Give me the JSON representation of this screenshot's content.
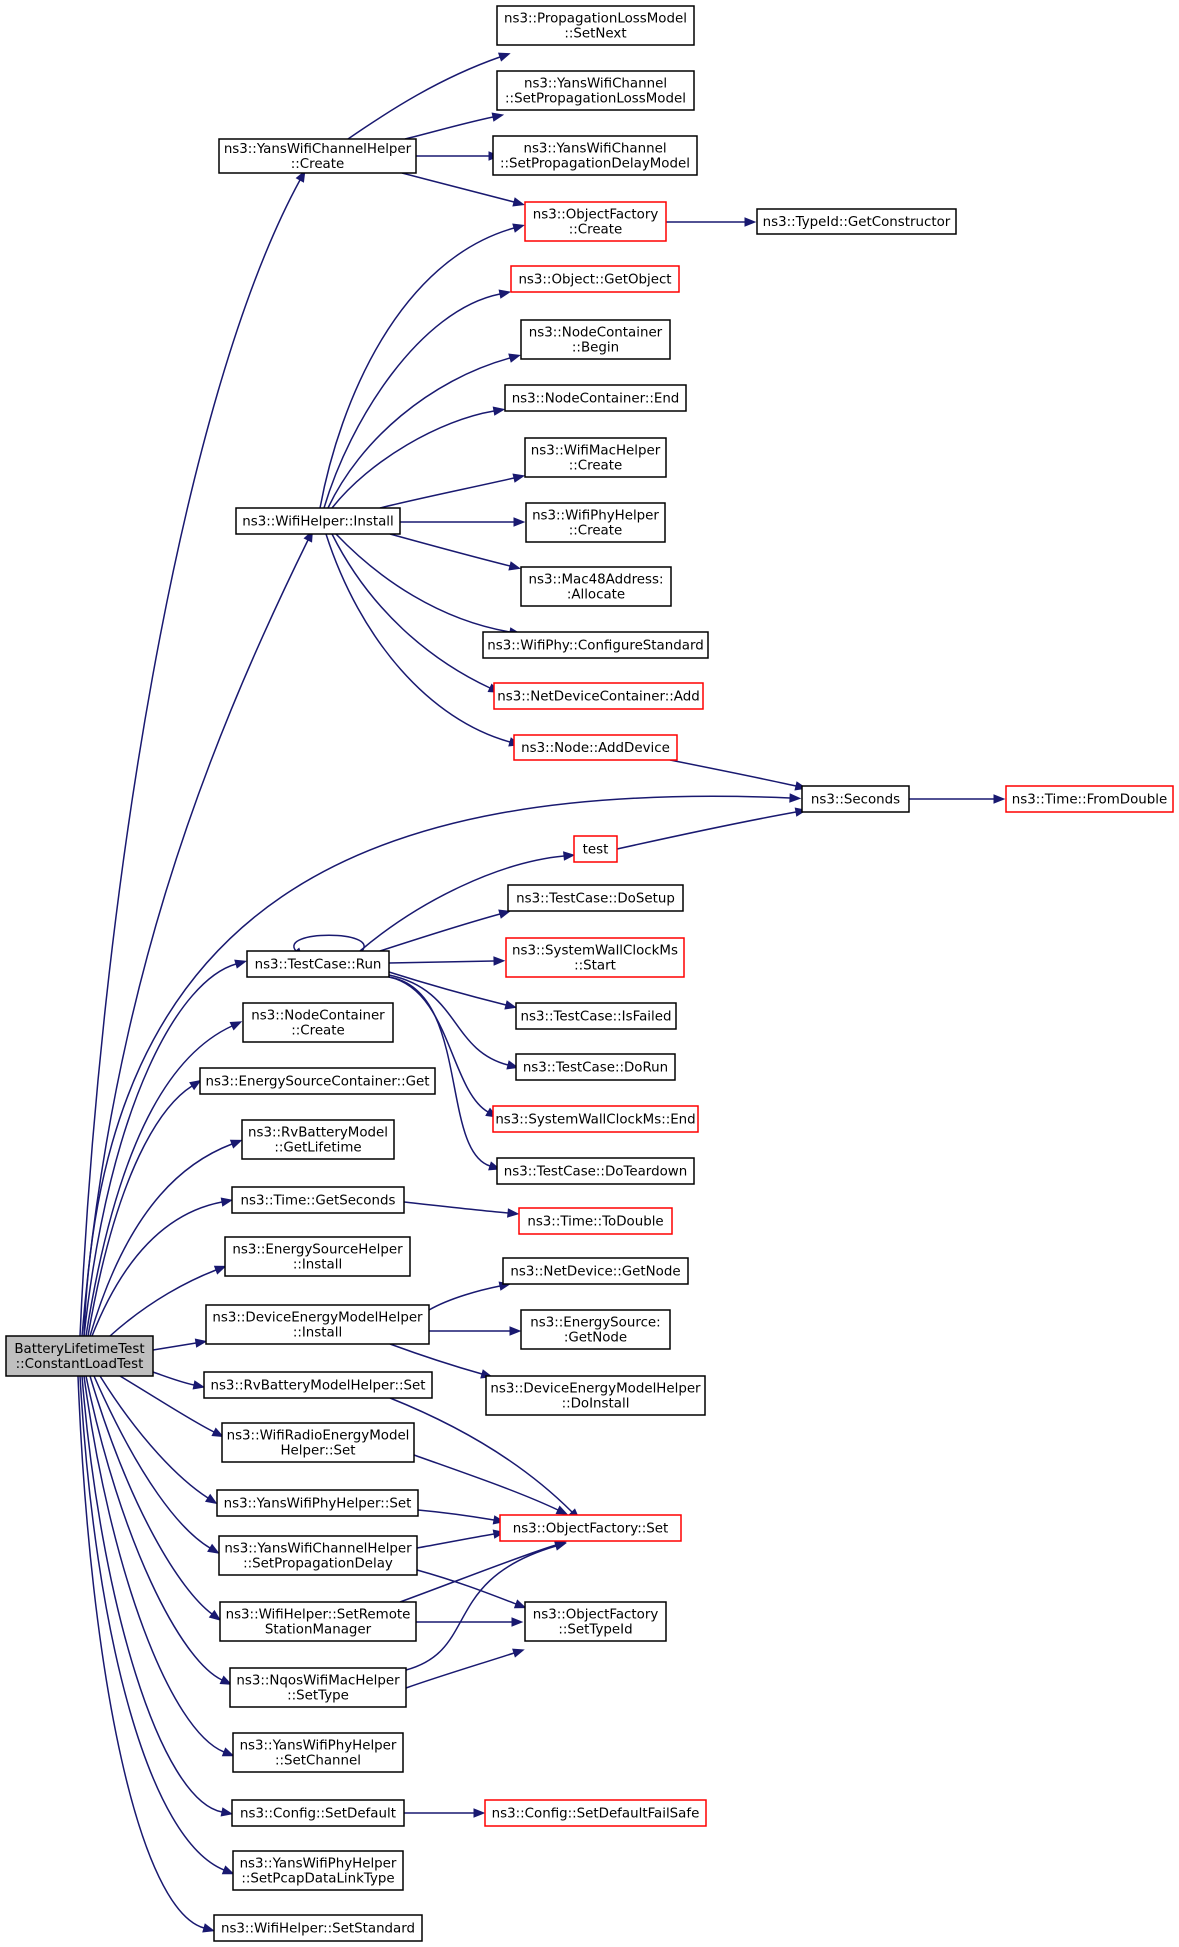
{
  "colors": {
    "edge": "#191970",
    "node_border": "#000000",
    "node_border_undocumented": "#ff0000",
    "root_fill": "#bfbfbf",
    "node_fill": "#ffffff"
  },
  "nodes": [
    {
      "id": "root",
      "lines": [
        "BatteryLifetimeTest",
        "::ConstantLoadTest"
      ],
      "style": "root"
    },
    {
      "id": "yans_chan_helper_create",
      "lines": [
        "ns3::YansWifiChannelHelper",
        "::Create"
      ],
      "style": "normal"
    },
    {
      "id": "ploss_setnext",
      "lines": [
        "ns3::PropagationLossModel",
        "::SetNext"
      ],
      "style": "normal"
    },
    {
      "id": "yans_chan_set_loss",
      "lines": [
        "ns3::YansWifiChannel",
        "::SetPropagationLossModel"
      ],
      "style": "normal"
    },
    {
      "id": "yans_chan_set_delay",
      "lines": [
        "ns3::YansWifiChannel",
        "::SetPropagationDelayModel"
      ],
      "style": "normal"
    },
    {
      "id": "objfactory_create",
      "lines": [
        "ns3::ObjectFactory",
        "::Create"
      ],
      "style": "red"
    },
    {
      "id": "typeid_getctor",
      "lines": [
        "ns3::TypeId::GetConstructor"
      ],
      "style": "normal"
    },
    {
      "id": "object_getobject",
      "lines": [
        "ns3::Object::GetObject"
      ],
      "style": "red"
    },
    {
      "id": "nodecont_begin",
      "lines": [
        "ns3::NodeContainer",
        "::Begin"
      ],
      "style": "normal"
    },
    {
      "id": "nodecont_end",
      "lines": [
        "ns3::NodeContainer::End"
      ],
      "style": "normal"
    },
    {
      "id": "wifimac_create",
      "lines": [
        "ns3::WifiMacHelper",
        "::Create"
      ],
      "style": "normal"
    },
    {
      "id": "wifihelper_install",
      "lines": [
        "ns3::WifiHelper::Install"
      ],
      "style": "normal"
    },
    {
      "id": "wifiphy_create",
      "lines": [
        "ns3::WifiPhyHelper",
        "::Create"
      ],
      "style": "normal"
    },
    {
      "id": "mac48_allocate",
      "lines": [
        "ns3::Mac48Address:",
        ":Allocate"
      ],
      "style": "normal"
    },
    {
      "id": "wifiphy_configstd",
      "lines": [
        "ns3::WifiPhy::ConfigureStandard"
      ],
      "style": "normal"
    },
    {
      "id": "netdevcont_add",
      "lines": [
        "ns3::NetDeviceContainer::Add"
      ],
      "style": "red"
    },
    {
      "id": "node_adddevice",
      "lines": [
        "ns3::Node::AddDevice"
      ],
      "style": "red"
    },
    {
      "id": "seconds",
      "lines": [
        "ns3::Seconds"
      ],
      "style": "normal"
    },
    {
      "id": "time_fromdouble",
      "lines": [
        "ns3::Time::FromDouble"
      ],
      "style": "red"
    },
    {
      "id": "test",
      "lines": [
        "test"
      ],
      "style": "red"
    },
    {
      "id": "testcase_dosetup",
      "lines": [
        "ns3::TestCase::DoSetup"
      ],
      "style": "normal"
    },
    {
      "id": "testcase_run",
      "lines": [
        "ns3::TestCase::Run"
      ],
      "style": "normal"
    },
    {
      "id": "syswall_start",
      "lines": [
        "ns3::SystemWallClockMs",
        "::Start"
      ],
      "style": "red"
    },
    {
      "id": "testcase_isfailed",
      "lines": [
        "ns3::TestCase::IsFailed"
      ],
      "style": "normal"
    },
    {
      "id": "nodecont_create",
      "lines": [
        "ns3::NodeContainer",
        "::Create"
      ],
      "style": "normal"
    },
    {
      "id": "testcase_dorun",
      "lines": [
        "ns3::TestCase::DoRun"
      ],
      "style": "normal"
    },
    {
      "id": "esc_get",
      "lines": [
        "ns3::EnergySourceContainer::Get"
      ],
      "style": "normal"
    },
    {
      "id": "syswall_end",
      "lines": [
        "ns3::SystemWallClockMs::End"
      ],
      "style": "red"
    },
    {
      "id": "rvbat_getlifetime",
      "lines": [
        "ns3::RvBatteryModel",
        "::GetLifetime"
      ],
      "style": "normal"
    },
    {
      "id": "testcase_doteardown",
      "lines": [
        "ns3::TestCase::DoTeardown"
      ],
      "style": "normal"
    },
    {
      "id": "time_getseconds",
      "lines": [
        "ns3::Time::GetSeconds"
      ],
      "style": "normal"
    },
    {
      "id": "time_todouble",
      "lines": [
        "ns3::Time::ToDouble"
      ],
      "style": "red"
    },
    {
      "id": "eshelper_install",
      "lines": [
        "ns3::EnergySourceHelper",
        "::Install"
      ],
      "style": "normal"
    },
    {
      "id": "netdev_getnode",
      "lines": [
        "ns3::NetDevice::GetNode"
      ],
      "style": "normal"
    },
    {
      "id": "demhelper_install",
      "lines": [
        "ns3::DeviceEnergyModelHelper",
        "::Install"
      ],
      "style": "normal"
    },
    {
      "id": "es_getnode",
      "lines": [
        "ns3::EnergySource:",
        ":GetNode"
      ],
      "style": "normal"
    },
    {
      "id": "demhelper_doinstall",
      "lines": [
        "ns3::DeviceEnergyModelHelper",
        "::DoInstall"
      ],
      "style": "normal"
    },
    {
      "id": "rvbathelper_set",
      "lines": [
        "ns3::RvBatteryModelHelper::Set"
      ],
      "style": "normal"
    },
    {
      "id": "wifiradio_set",
      "lines": [
        "ns3::WifiRadioEnergyModel",
        "Helper::Set"
      ],
      "style": "normal"
    },
    {
      "id": "yansphy_set",
      "lines": [
        "ns3::YansWifiPhyHelper::Set"
      ],
      "style": "normal"
    },
    {
      "id": "objfactory_set",
      "lines": [
        "ns3::ObjectFactory::Set"
      ],
      "style": "red"
    },
    {
      "id": "yanschan_setpropdelay",
      "lines": [
        "ns3::YansWifiChannelHelper",
        "::SetPropagationDelay"
      ],
      "style": "normal"
    },
    {
      "id": "wifihelper_setremote",
      "lines": [
        "ns3::WifiHelper::SetRemote",
        "StationManager"
      ],
      "style": "normal"
    },
    {
      "id": "objfactory_settypeid",
      "lines": [
        "ns3::ObjectFactory",
        "::SetTypeId"
      ],
      "style": "normal"
    },
    {
      "id": "nqos_settype",
      "lines": [
        "ns3::NqosWifiMacHelper",
        "::SetType"
      ],
      "style": "normal"
    },
    {
      "id": "yansphy_setchannel",
      "lines": [
        "ns3::YansWifiPhyHelper",
        "::SetChannel"
      ],
      "style": "normal"
    },
    {
      "id": "config_setdefault",
      "lines": [
        "ns3::Config::SetDefault"
      ],
      "style": "normal"
    },
    {
      "id": "config_setdefaultfailsafe",
      "lines": [
        "ns3::Config::SetDefaultFailSafe"
      ],
      "style": "red"
    },
    {
      "id": "yansphy_setpcap",
      "lines": [
        "ns3::YansWifiPhyHelper",
        "::SetPcapDataLinkType"
      ],
      "style": "normal"
    },
    {
      "id": "wifihelper_setstandard",
      "lines": [
        "ns3::WifiHelper::SetStandard"
      ],
      "style": "normal"
    }
  ],
  "edges": [
    [
      "yans_chan_helper_create",
      "ploss_setnext"
    ],
    [
      "yans_chan_helper_create",
      "yans_chan_set_loss"
    ],
    [
      "yans_chan_helper_create",
      "yans_chan_set_delay"
    ],
    [
      "yans_chan_helper_create",
      "objfactory_create"
    ],
    [
      "objfactory_create",
      "typeid_getctor"
    ],
    [
      "wifihelper_install",
      "objfactory_create"
    ],
    [
      "wifihelper_install",
      "object_getobject"
    ],
    [
      "wifihelper_install",
      "nodecont_begin"
    ],
    [
      "wifihelper_install",
      "nodecont_end"
    ],
    [
      "wifihelper_install",
      "wifimac_create"
    ],
    [
      "wifihelper_install",
      "wifiphy_create"
    ],
    [
      "wifihelper_install",
      "mac48_allocate"
    ],
    [
      "wifihelper_install",
      "wifiphy_configstd"
    ],
    [
      "wifihelper_install",
      "netdevcont_add"
    ],
    [
      "wifihelper_install",
      "node_adddevice"
    ],
    [
      "node_adddevice",
      "seconds"
    ],
    [
      "seconds",
      "time_fromdouble"
    ],
    [
      "test",
      "seconds"
    ],
    [
      "testcase_run",
      "test"
    ],
    [
      "testcase_run",
      "testcase_dosetup"
    ],
    [
      "testcase_run",
      "testcase_run"
    ],
    [
      "testcase_run",
      "syswall_start"
    ],
    [
      "testcase_run",
      "testcase_isfailed"
    ],
    [
      "testcase_run",
      "testcase_dorun"
    ],
    [
      "testcase_run",
      "syswall_end"
    ],
    [
      "testcase_run",
      "testcase_doteardown"
    ],
    [
      "time_getseconds",
      "time_todouble"
    ],
    [
      "demhelper_install",
      "netdev_getnode"
    ],
    [
      "demhelper_install",
      "es_getnode"
    ],
    [
      "demhelper_install",
      "demhelper_doinstall"
    ],
    [
      "rvbathelper_set",
      "objfactory_set"
    ],
    [
      "wifiradio_set",
      "objfactory_set"
    ],
    [
      "yansphy_set",
      "objfactory_set"
    ],
    [
      "yanschan_setpropdelay",
      "objfactory_set"
    ],
    [
      "yanschan_setpropdelay",
      "objfactory_settypeid"
    ],
    [
      "wifihelper_setremote",
      "objfactory_set"
    ],
    [
      "wifihelper_setremote",
      "objfactory_settypeid"
    ],
    [
      "nqos_settype",
      "objfactory_set"
    ],
    [
      "nqos_settype",
      "objfactory_settypeid"
    ],
    [
      "config_setdefault",
      "config_setdefaultfailsafe"
    ],
    [
      "root",
      "yans_chan_helper_create"
    ],
    [
      "root",
      "wifihelper_install"
    ],
    [
      "root",
      "seconds"
    ],
    [
      "root",
      "testcase_run"
    ],
    [
      "root",
      "nodecont_create"
    ],
    [
      "root",
      "esc_get"
    ],
    [
      "root",
      "rvbat_getlifetime"
    ],
    [
      "root",
      "time_getseconds"
    ],
    [
      "root",
      "eshelper_install"
    ],
    [
      "root",
      "demhelper_install"
    ],
    [
      "root",
      "rvbathelper_set"
    ],
    [
      "root",
      "wifiradio_set"
    ],
    [
      "root",
      "yansphy_set"
    ],
    [
      "root",
      "yanschan_setpropdelay"
    ],
    [
      "root",
      "wifihelper_setremote"
    ],
    [
      "root",
      "nqos_settype"
    ],
    [
      "root",
      "yansphy_setchannel"
    ],
    [
      "root",
      "config_setdefault"
    ],
    [
      "root",
      "yansphy_setpcap"
    ],
    [
      "root",
      "wifihelper_setstandard"
    ]
  ]
}
